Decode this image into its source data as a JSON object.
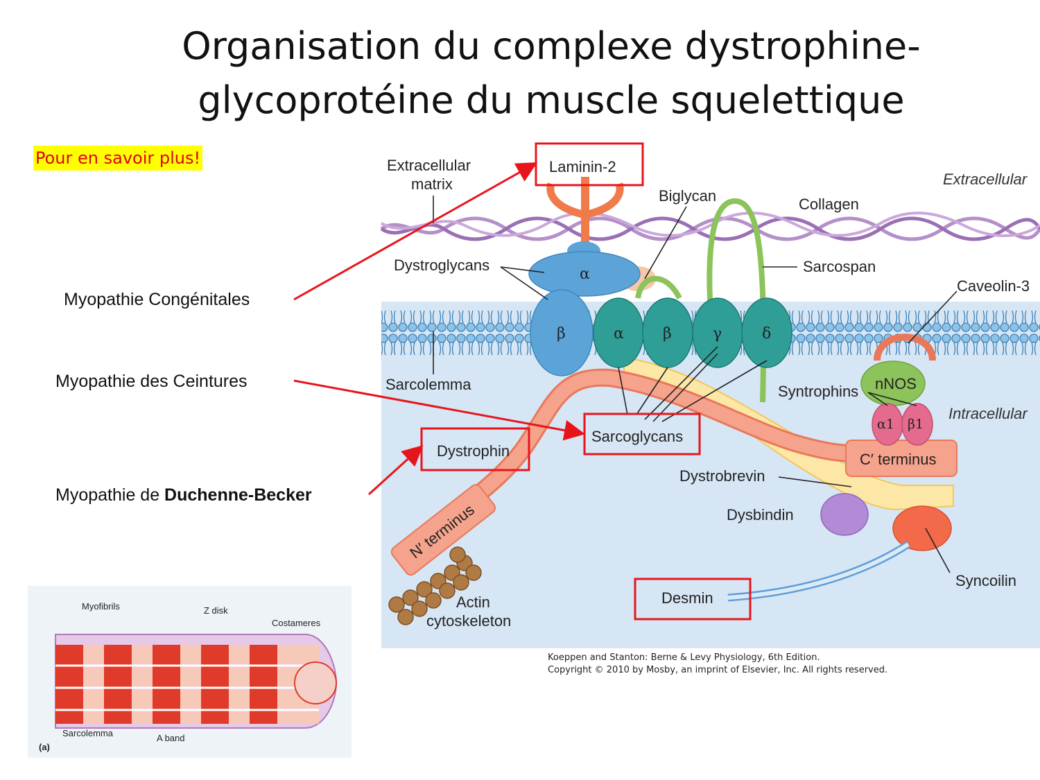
{
  "title_line1": "Organisation du complexe dystrophine-",
  "title_line2": "glycoprotéine du muscle squelettique",
  "more_link": "Pour en savoir plus!",
  "myopathies": {
    "congenital": "Myopathie Congénitales",
    "ceintures": "Myopathie des Ceintures",
    "duchenne_prefix": "Myopathie de ",
    "duchenne_bold": "Duchenne-Becker"
  },
  "diagram": {
    "extracellular_matrix_1": "Extracellular",
    "extracellular_matrix_2": "matrix",
    "laminin": "Laminin-2",
    "biglycan": "Biglycan",
    "collagen": "Collagen",
    "extracellular": "Extracellular",
    "dystroglycans": "Dystroglycans",
    "sarcospan": "Sarcospan",
    "caveolin": "Caveolin-3",
    "sarcolemma": "Sarcolemma",
    "syntrophins": "Syntrophins",
    "nnos": "nNOS",
    "intracellular": "Intracellular",
    "alpha1": "α1",
    "beta1": "β1",
    "sarcoglycans": "Sarcoglycans",
    "dystrophin": "Dystrophin",
    "c_terminus": "C′ terminus",
    "dystrobrevin": "Dystrobrevin",
    "dysbindin": "Dysbindin",
    "n_terminus": "N′ terminus",
    "syncoilin": "Syncoilin",
    "actin_1": "Actin",
    "actin_2": "cytoskeleton",
    "desmin": "Desmin",
    "greek_alpha": "α",
    "greek_beta": "β",
    "greek_gamma": "γ",
    "greek_delta": "δ"
  },
  "inset": {
    "myofibrils": "Myofibrils",
    "z_disk": "Z disk",
    "costameres": "Costameres",
    "sarcolemma": "Sarcolemma",
    "a_band": "A band",
    "panel": "(a)"
  },
  "credit_line1": "Koeppen and Stanton: Berne & Levy Physiology, 6th Edition.",
  "credit_line2": "Copyright © 2010 by Mosby, an imprint of Elsevier, Inc. All rights reserved.",
  "colors": {
    "highlight_box": "#e8141c",
    "arrow": "#e8141c",
    "intracellular_bg": "#d6e6f4",
    "dystroglycan": "#5ca4d8",
    "sarcoglycan": "#2f9e96",
    "dystrophin": "#f29a82",
    "collagen": "#b48fc8"
  }
}
